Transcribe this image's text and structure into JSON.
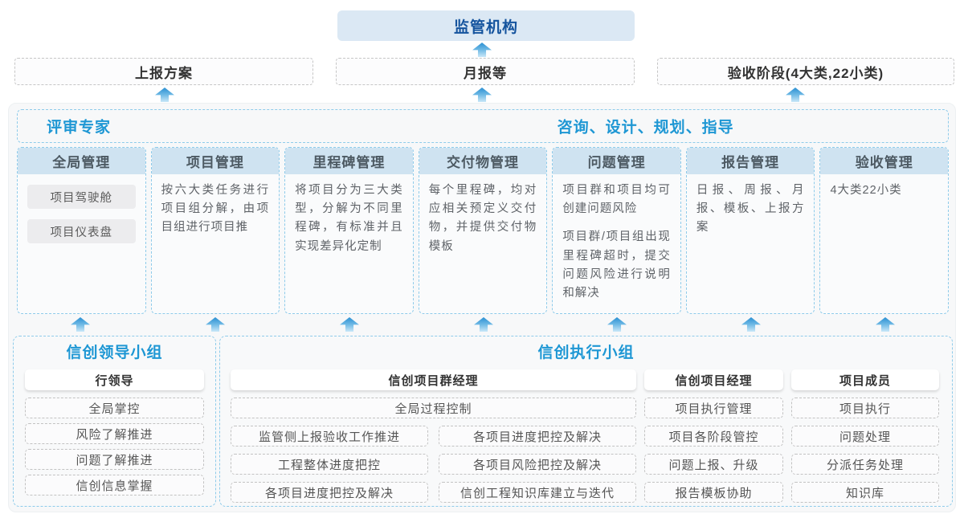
{
  "colors": {
    "accent_blue": "#1e97d4",
    "dark_blue": "#15549e",
    "regulator_bg": "#dbe8f4",
    "column_header_bg": "#cfe3f1",
    "dashed_blue_border": "#8ecbea",
    "dashed_gray_border": "#c6c6c6",
    "panel_bg": "#f7f8f9",
    "arrow_gradient_top": "#2a8fd2",
    "arrow_gradient_bottom": "#c9e7f8"
  },
  "top": {
    "regulator": "监管机构",
    "report_plan": "上报方案",
    "monthly_report": "月报等",
    "acceptance_stage": "验收阶段(4大类,22小类)"
  },
  "middle": {
    "left_title": "评审专家",
    "right_title": "咨询、设计、规划、指导",
    "columns": [
      {
        "title": "全局管理",
        "pills": [
          "项目驾驶舱",
          "项目仪表盘"
        ]
      },
      {
        "title": "项目管理",
        "paragraphs": [
          "按六大类任务进行项目组分解，由项目组进行项目推"
        ]
      },
      {
        "title": "里程碑管理",
        "paragraphs": [
          "将项目分为三大类型，分解为不同里程碑，有标准并且实现差异化定制"
        ]
      },
      {
        "title": "交付物管理",
        "paragraphs": [
          "每个里程碑，均对应相关预定义交付物，并提供交付物模板"
        ]
      },
      {
        "title": "问题管理",
        "paragraphs": [
          "项目群和项目均可创建问题风险",
          "项目群/项目组出现里程碑超时，提交问题风险进行说明和解决"
        ]
      },
      {
        "title": "报告管理",
        "paragraphs": [
          "日报、周报、月报、模板、上报方案"
        ]
      },
      {
        "title": "验收管理",
        "paragraphs": [
          "4大类22小类"
        ]
      }
    ]
  },
  "bottom": {
    "leadership": {
      "title": "信创领导小组",
      "role": "行领导",
      "items": [
        "全局掌控",
        "风险了解推进",
        "问题了解推进",
        "信创信息掌握"
      ]
    },
    "execution": {
      "title": "信创执行小组",
      "program_manager": {
        "role": "信创项目群经理",
        "full_item": "全局过程控制",
        "left_items": [
          "监管侧上报验收工作推进",
          "工程整体进度把控",
          "各项目进度把控及解决"
        ],
        "right_items": [
          "各项目进度把控及解决",
          "各项目风险把控及解决",
          "信创工程知识库建立与迭代"
        ]
      },
      "project_manager": {
        "role": "信创项目经理",
        "items": [
          "项目执行管理",
          "项目各阶段管控",
          "问题上报、升级",
          "报告模板协助"
        ]
      },
      "member": {
        "role": "项目成员",
        "items": [
          "项目执行",
          "问题处理",
          "分派任务处理",
          "知识库"
        ]
      }
    }
  }
}
